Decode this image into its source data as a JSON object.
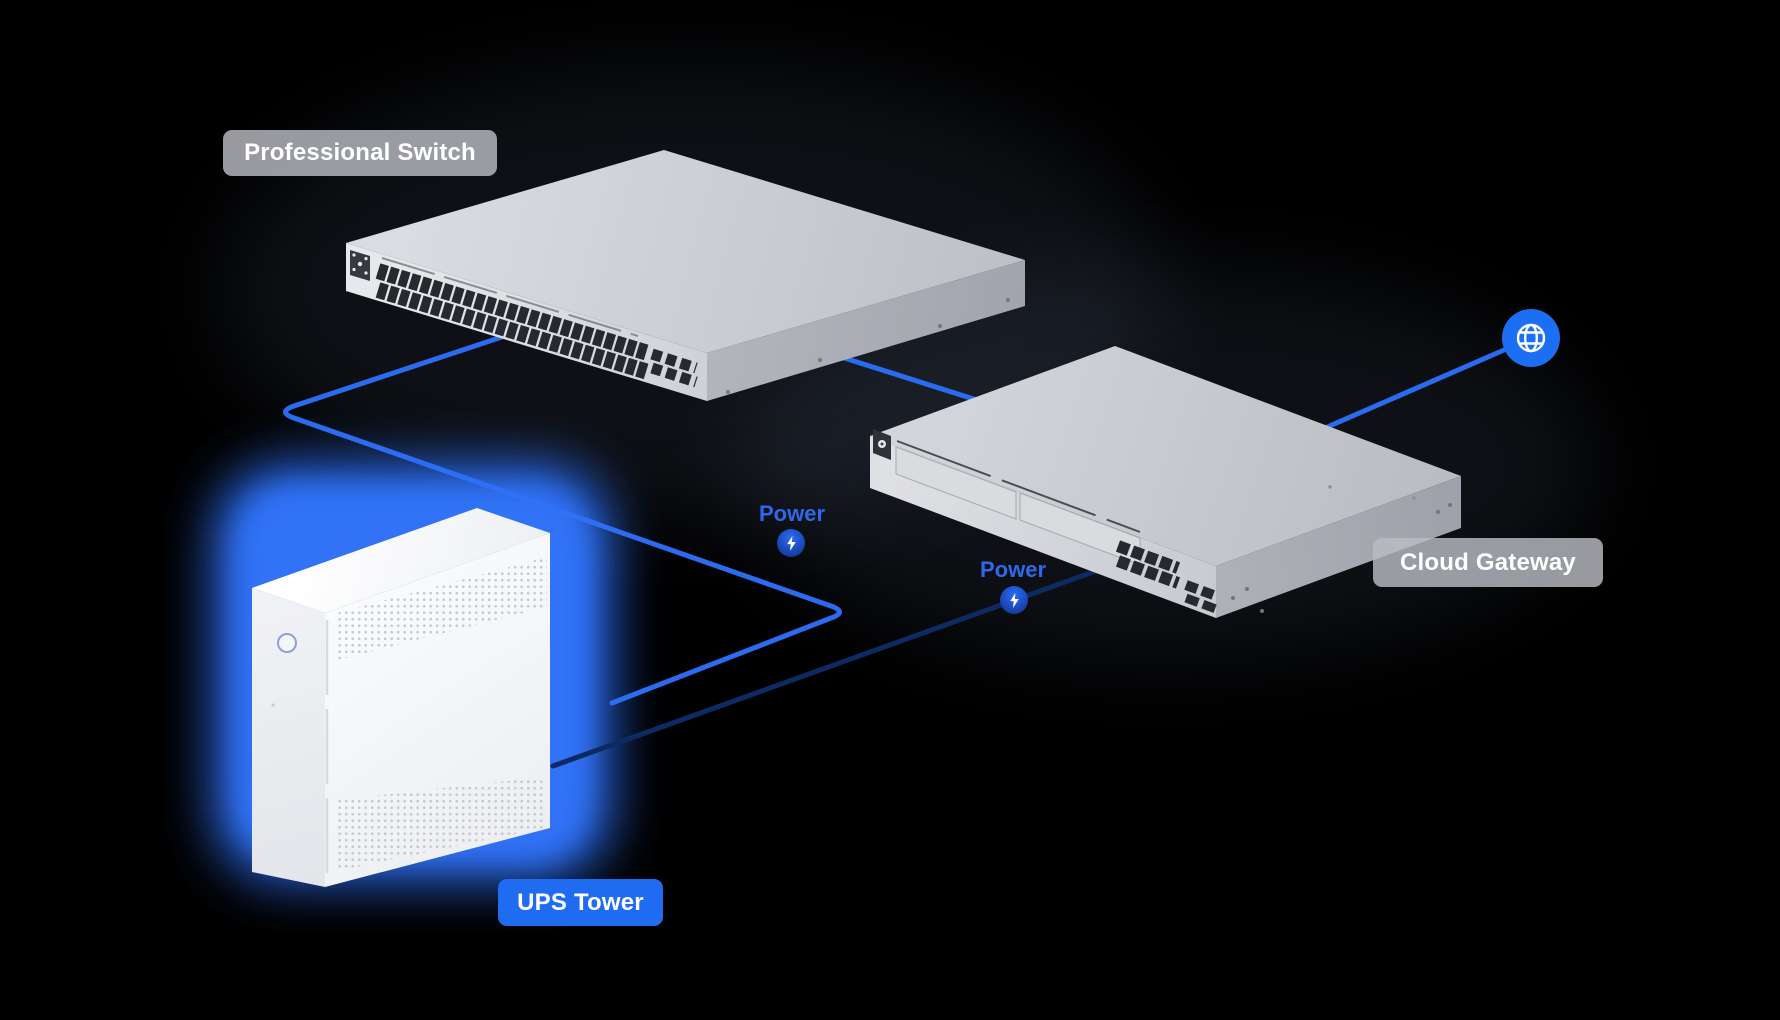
{
  "labels": {
    "switch": "Professional Switch",
    "gateway": "Cloud Gateway",
    "ups": "UPS Tower",
    "power1": "Power",
    "power2": "Power"
  },
  "icons": {
    "globe": "globe-icon",
    "bolt1": "lightning-bolt-icon",
    "bolt2": "lightning-bolt-icon"
  },
  "colors": {
    "background": "#000000",
    "connection_line": "#2b6bf0",
    "dark_power_line": "#0d2b63",
    "ups_glow": "#2e6ff5",
    "accent_blue": "#1f6cf1",
    "grey_label_bg": "rgba(185,188,195,0.82)",
    "label_text": "#ffffff",
    "power_text": "#2e68ea",
    "globe_circle": "#1c6ff2",
    "badge_gradient_start": "#2b6cf0",
    "badge_gradient_end": "#142f7c"
  },
  "nodes": [
    {
      "id": "professional-switch",
      "label": "Professional Switch",
      "type": "rack-switch"
    },
    {
      "id": "cloud-gateway",
      "label": "Cloud Gateway",
      "type": "rack-gateway"
    },
    {
      "id": "ups-tower",
      "label": "UPS Tower",
      "type": "ups",
      "highlighted": true
    },
    {
      "id": "internet",
      "label": "",
      "type": "globe"
    }
  ],
  "connections": [
    {
      "from": "ups-tower",
      "to": "professional-switch",
      "label": "Power"
    },
    {
      "from": "ups-tower",
      "to": "cloud-gateway",
      "label": "Power"
    },
    {
      "from": "professional-switch",
      "to": "cloud-gateway",
      "label": ""
    },
    {
      "from": "cloud-gateway",
      "to": "internet",
      "label": ""
    }
  ]
}
